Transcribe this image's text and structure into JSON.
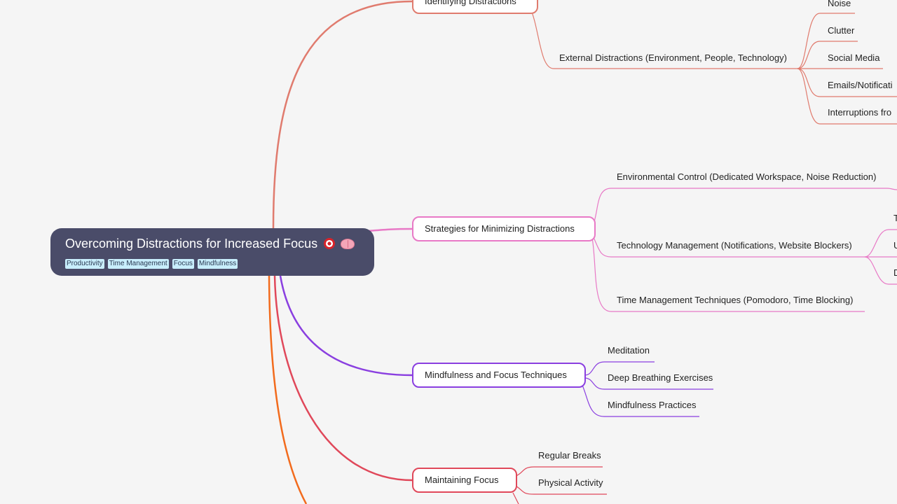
{
  "root": {
    "title": "Overcoming Distractions for Increased Focus",
    "emoji_icons": [
      "target-icon",
      "brain-icon"
    ],
    "tags": [
      "Productivity",
      "Time Management",
      "Focus",
      "Mindfulness"
    ]
  },
  "branches": [
    {
      "label": "Identifying Distractions",
      "color": "#e07b6e",
      "children": [
        {
          "label": "External Distractions (Environment, People, Technology)",
          "children": [
            "Noise",
            "Clutter",
            "Social Media",
            "Emails/Notificati",
            "Interruptions fro"
          ]
        }
      ]
    },
    {
      "label": "Strategies for Minimizing Distractions",
      "color": "#e879c6",
      "children": [
        {
          "label": "Environmental Control (Dedicated Workspace, Noise Reduction)"
        },
        {
          "label": "Technology Management (Notifications, Website Blockers)",
          "children": [
            "T",
            "U",
            "D"
          ]
        },
        {
          "label": "Time Management Techniques (Pomodoro, Time Blocking)"
        }
      ]
    },
    {
      "label": "Mindfulness and Focus Techniques",
      "color": "#8a3fe0",
      "children": [
        "Meditation",
        "Deep Breathing Exercises",
        "Mindfulness Practices"
      ]
    },
    {
      "label": "Maintaining Focus",
      "color": "#e0485a",
      "children": [
        "Regular Breaks",
        "Physical Activity"
      ]
    }
  ],
  "colors": {
    "background": "#f5f5f5",
    "root": "#4a4c69",
    "tag": "#c8eefc",
    "offscreen_branch": "#f26b1d"
  }
}
